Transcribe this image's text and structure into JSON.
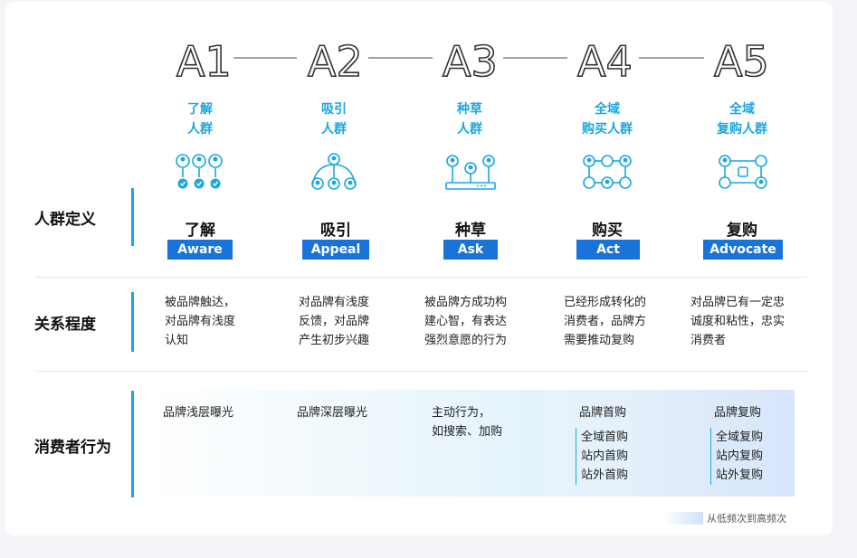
{
  "stages": [
    {
      "code": "A1",
      "label": [
        "了解",
        "人群"
      ],
      "name": "了解",
      "tag": "Aware",
      "relationship": "被品牌触达，\n对品牌有浅度\n认知",
      "behavior": "品牌浅层曝光",
      "behavior_sub": []
    },
    {
      "code": "A2",
      "label": [
        "吸引",
        "人群"
      ],
      "name": "吸引",
      "tag": "Appeal",
      "relationship": "对品牌有浅度\n反馈，对品牌\n产生初步兴趣",
      "behavior": "品牌深层曝光",
      "behavior_sub": []
    },
    {
      "code": "A3",
      "label": [
        "种草",
        "人群"
      ],
      "name": "种草",
      "tag": "Ask",
      "relationship": "被品牌方成功构\n建心智，有表达\n强烈意愿的行为",
      "behavior": "主动行为，\n如搜索、加购",
      "behavior_sub": []
    },
    {
      "code": "A4",
      "label": [
        "全域",
        "购买人群"
      ],
      "name": "购买",
      "tag": "Act",
      "relationship": "已经形成转化的\n消费者，品牌方\n需要推动复购",
      "behavior": "品牌首购",
      "behavior_sub": [
        "全域首购",
        "站内首购",
        "站外首购"
      ]
    },
    {
      "code": "A5",
      "label": [
        "全域",
        "复购人群"
      ],
      "name": "复购",
      "tag": "Advocate",
      "relationship": "对品牌已有一定忠\n诚度和粘性，忠实\n消费者",
      "behavior": "品牌复购",
      "behavior_sub": [
        "全域复购",
        "站内复购",
        "站外复购"
      ]
    }
  ],
  "rows": {
    "definition": "人群定义",
    "relationship": "关系程度",
    "behavior": "消费者行为"
  },
  "legend": "从低频次到高频次",
  "colors": {
    "accent": "#1aa6e0",
    "tag": "#1a73d9"
  }
}
